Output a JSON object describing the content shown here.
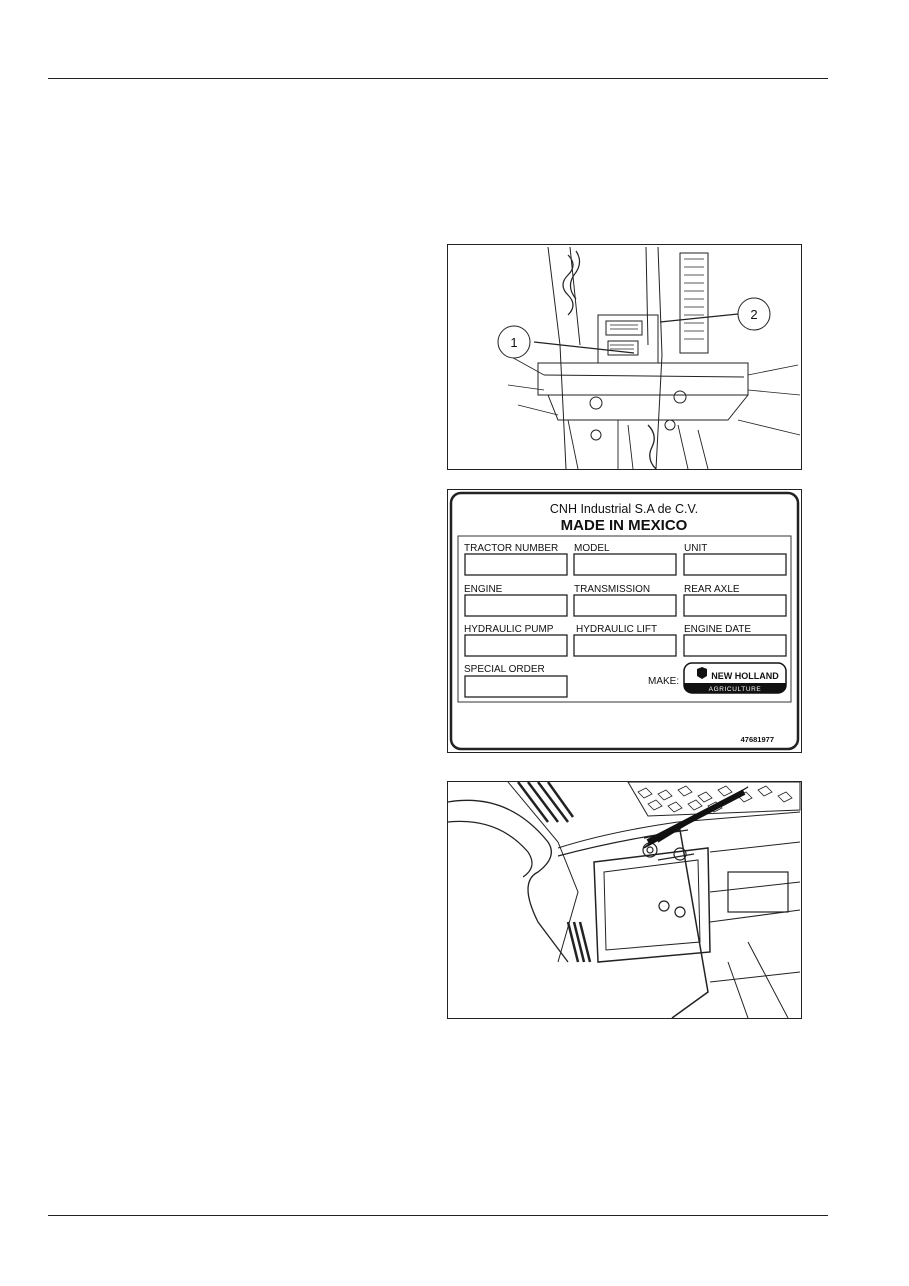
{
  "figure1": {
    "callouts": [
      "1",
      "2"
    ]
  },
  "plate": {
    "company": "CNH Industrial S.A de C.V.",
    "origin": "MADE IN MEXICO",
    "fields": [
      "TRACTOR NUMBER",
      "MODEL",
      "UNIT",
      "ENGINE",
      "TRANSMISSION",
      "REAR AXLE",
      "HYDRAULIC PUMP",
      "HYDRAULIC LIFT",
      "ENGINE DATE",
      "SPECIAL ORDER"
    ],
    "make_label": "MAKE:",
    "brand_name": "NEW HOLLAND",
    "brand_sub": "AGRICULTURE",
    "part_number": "47681977"
  }
}
